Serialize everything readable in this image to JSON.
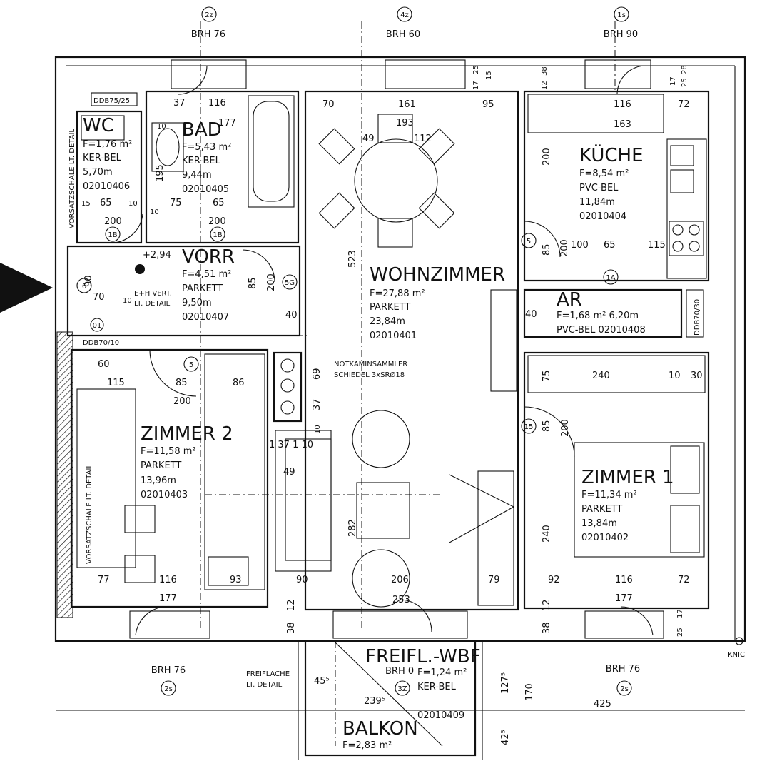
{
  "axis_labels": {
    "top": [
      {
        "circle": "2z",
        "brh": "BRH 76"
      },
      {
        "circle": "4z",
        "brh": "BRH 60"
      },
      {
        "circle": "1s",
        "brh": "BRH 90"
      }
    ],
    "bottom": [
      {
        "circle": "2s",
        "brh": "BRH 76"
      },
      {
        "circle": "2s",
        "brh": "BRH 76"
      }
    ]
  },
  "rooms": {
    "wc": {
      "title": "WC",
      "lines": [
        "F=1,76 m²",
        "KER-BEL",
        "5,70m",
        "02010406"
      ]
    },
    "bad": {
      "title": "BAD",
      "lines": [
        "F=5,43 m²",
        "KER-BEL",
        "9,44m",
        "02010405"
      ]
    },
    "vorr": {
      "title": "VORR",
      "lines": [
        "F=4,51 m²",
        "PARKETT",
        "9,50m",
        "02010407"
      ]
    },
    "wohnzimmer": {
      "title": "WOHNZIMMER",
      "lines": [
        "F=27,88 m²",
        "PARKETT",
        "23,84m",
        "02010401"
      ]
    },
    "kueche": {
      "title": "KÜCHE",
      "lines": [
        "F=8,54 m²",
        "PVC-BEL",
        "11,84m",
        "02010404"
      ]
    },
    "ar": {
      "title": "AR",
      "line1": "F=1,68 m²  6,20m",
      "line2": "PVC-BEL   02010408"
    },
    "zimmer2": {
      "title": "ZIMMER 2",
      "lines": [
        "F=11,58 m²",
        "PARKETT",
        "13,96m",
        "02010403"
      ]
    },
    "zimmer1": {
      "title": "ZIMMER 1",
      "lines": [
        "F=11,34 m²",
        "PARKETT",
        "13,84m",
        "02010402"
      ]
    },
    "freifl": {
      "title": "FREIFL.-WBF",
      "lines": [
        "BRH 0",
        "F=1,24 m²",
        "KER-BEL",
        "02010409"
      ]
    },
    "balkon": {
      "title": "BALKON",
      "line": "F=2,83 m²"
    }
  },
  "annotations": {
    "ddb_top": "DDB75/25",
    "ddb_mid": "DDB70/10",
    "ddb_right": "DDB70/30",
    "vorsatz_top": "VORSATZSCHALE LT. DETAIL",
    "vorsatz_left": "VORSATZSCHALE LT. DETAIL",
    "elevation": "+2,94",
    "e_h_vert": "E+H VERT.",
    "lt_detail": "LT. DETAIL",
    "notkamin_1": "NOTKAMINSAMMLER",
    "notkamin_2": "SCHIEDEL 3xSRØ18",
    "freiflaeche_1": "FREIFLÄCHE",
    "freiflaeche_2": "LT. DETAIL",
    "knic": "KNIC",
    "door_tags": [
      "1B",
      "1B",
      "6",
      "5G",
      "5",
      "5",
      "1A",
      "15",
      "3Z",
      "01"
    ]
  },
  "dimensions": {
    "top": [
      "37",
      "116",
      "177",
      "70",
      "161",
      "95",
      "116",
      "72",
      "163",
      "193",
      "49",
      "112"
    ],
    "wc": [
      "15",
      "65",
      "10",
      "200",
      "10",
      "75",
      "65",
      "200",
      "195",
      "10"
    ],
    "misc": [
      "523",
      "200",
      "85",
      "200",
      "100",
      "65",
      "115",
      "40",
      "40",
      "85",
      "200",
      "90",
      "70",
      "10"
    ],
    "mid": [
      "60",
      "115",
      "85",
      "86",
      "200",
      "69",
      "37",
      "10",
      "1 37 1 10",
      "49",
      "240",
      "10",
      "30",
      "75",
      "85",
      "200"
    ],
    "bottom": [
      "77",
      "116",
      "93",
      "90",
      "206",
      "79",
      "92",
      "116",
      "72",
      "177",
      "177",
      "282",
      "253",
      "240",
      "12",
      "38",
      "38",
      "12",
      "25",
      "17"
    ],
    "balcony": [
      "45⁵",
      "239⁵",
      "127⁵",
      "170",
      "425",
      "42⁵"
    ],
    "topright": [
      "38",
      "12",
      "17",
      "25",
      "17",
      "28",
      "25",
      "15"
    ]
  }
}
